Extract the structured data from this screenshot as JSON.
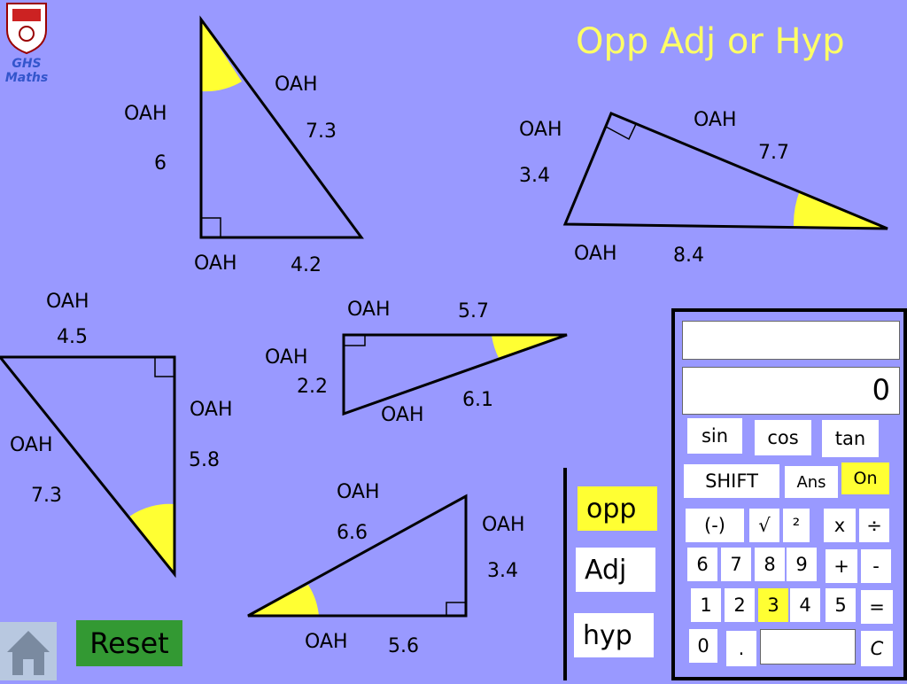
{
  "title": "Opp Adj or Hyp",
  "logo": {
    "text": "GHS Maths"
  },
  "side_label": "OAH",
  "triangles": [
    {
      "values": [
        "6",
        "7.3",
        "4.2"
      ]
    },
    {
      "values": [
        "3.4",
        "7.7",
        "8.4"
      ]
    },
    {
      "values": [
        "4.5",
        "7.3",
        "5.8"
      ]
    },
    {
      "values": [
        "2.2",
        "5.7",
        "6.1"
      ]
    },
    {
      "values": [
        "6.6",
        "3.4",
        "5.6"
      ]
    }
  ],
  "calculator": {
    "display_top": "",
    "display_value": "0",
    "keys": {
      "sin": "sin",
      "cos": "cos",
      "tan": "tan",
      "shift": "SHIFT",
      "ans": "Ans",
      "on": "On",
      "neg": "(-)",
      "sqrt": "√",
      "sq": "²",
      "mul": "x",
      "div": "÷",
      "k6": "6",
      "k7": "7",
      "k8": "8",
      "k9": "9",
      "plus": "+",
      "minus": "-",
      "k1": "1",
      "k2": "2",
      "k3": "3",
      "k4": "4",
      "k5": "5",
      "eq": "=",
      "k0": "0",
      "dot": ".",
      "clear": "C"
    },
    "colors": {
      "highlight": "#ffff33"
    }
  },
  "answers": {
    "opp": "opp",
    "adj": "Adj",
    "hyp": "hyp"
  },
  "reset_label": "Reset",
  "colors": {
    "background": "#9999ff",
    "angle_fill": "#ffff33",
    "title": "#ffff66",
    "reset": "#339933"
  }
}
